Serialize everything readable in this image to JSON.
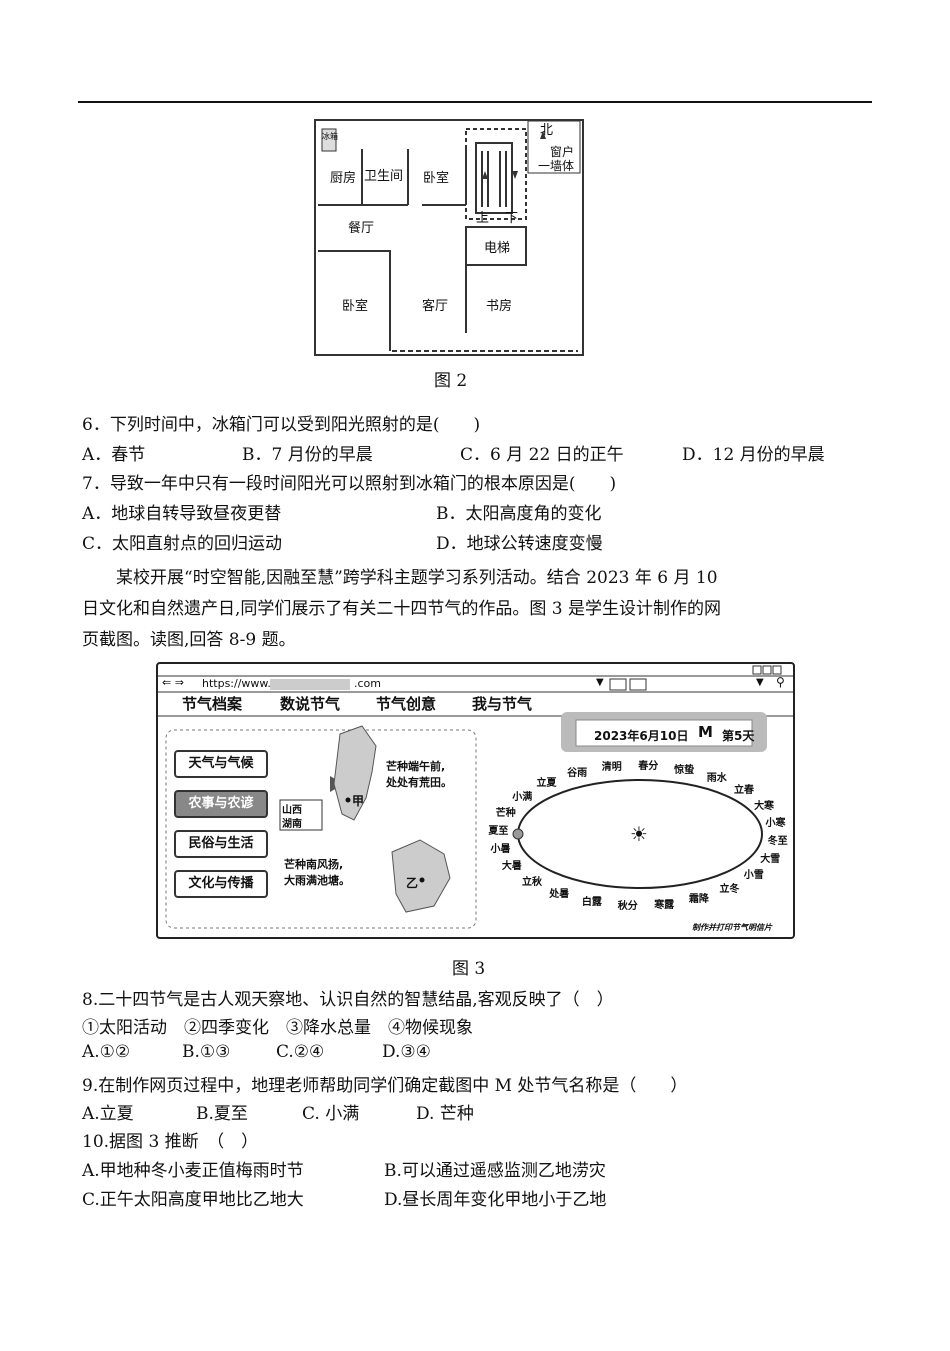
{
  "floorplan": {
    "rooms": {
      "kitchen": "厨房",
      "bathroom": "卫生间",
      "bedroom1": "卧室",
      "dining": "餐厅",
      "bedroom2": "卧室",
      "living": "客厅",
      "study": "书房",
      "elevator": "电梯",
      "fridge": "冰箱"
    },
    "stairs_up": "上",
    "stairs_down": "下",
    "legend_north": "北",
    "legend_window1": "窗户",
    "legend_window2": "一墙体",
    "caption": "图 2"
  },
  "q6": {
    "stem": "6．下列时间中，冰箱门可以受到阳光照射的是(　　)",
    "a": "A．春节",
    "b": "B．7 月份的早晨",
    "c": "C．6 月 22 日的正午",
    "d": "D．12 月份的早晨"
  },
  "q7": {
    "stem": "7．导致一年中只有一段时间阳光可以照射到冰箱门的根本原因是(　　)",
    "a": "A．地球自转导致昼夜更替",
    "b": "B．太阳高度角的变化",
    "c": "C．太阳直射点的回归运动",
    "d": "D．地球公转速度变慢"
  },
  "intro": {
    "line1": "某校开展“时空智能,因融至慧”跨学科主题学习系列活动。结合 2023 年 6 月 10",
    "line2": "日文化和自然遗产日,同学们展示了有关二十四节气的作品。图 3 是学生设计制作的网",
    "line3": "页截图。读图,回答 8-9 题。"
  },
  "browser": {
    "url": "https://www.",
    "url_tail": ".com",
    "tabs": [
      "节气档案",
      "数说节气",
      "节气创意",
      "我与节气"
    ],
    "menu": [
      "天气与气候",
      "农事与农谚",
      "民俗与生活",
      "文化与传播"
    ],
    "dropdown": [
      "山西",
      "湖南"
    ],
    "label_jia": "甲",
    "label_yi": "乙",
    "proverb1_l1": "芒种端午前,",
    "proverb1_l2": "处处有荒田。",
    "proverb2_l1": "芒种南风扬,",
    "proverb2_l2": "大雨满池塘。",
    "date": "2023年6月10日",
    "m_label": "M",
    "day": "第5天",
    "sun_icon": "☀",
    "footer": "制作并打印节气明信片",
    "terms": [
      "谷雨",
      "清明",
      "春分",
      "惊蛰",
      "雨水",
      "立春",
      "大寒",
      "小寒",
      "冬至",
      "大雪",
      "小雪",
      "立冬",
      "霜降",
      "寒露",
      "秋分",
      "白露",
      "处暑",
      "立秋",
      "大暑",
      "小暑",
      "夏至",
      "芒种",
      "小满",
      "立夏"
    ]
  },
  "fig3_caption": "图 3",
  "q8": {
    "stem": "8.二十四节气是古人观天察地、认识自然的智慧结晶,客观反映了（　）",
    "items": "①太阳活动　②四季变化　③降水总量　④物候现象",
    "a": "A.①②",
    "b": "B.①③",
    "c": "C.②④",
    "d": "D.③④"
  },
  "q9": {
    "stem": "9.在制作网页过程中，地理老师帮助同学们确定截图中 M 处节气名称是（　　）",
    "a": "A.立夏",
    "b": "B.夏至",
    "c": "C. 小满",
    "d": "D. 芒种"
  },
  "q10": {
    "stem": "10.据图 3 推断　（　）",
    "a": "A.甲地种冬小麦正值梅雨时节",
    "b": "B.可以通过遥感监测乙地涝灾",
    "c": "C.正午太阳高度甲地比乙地大",
    "d": "D.昼长周年变化甲地小于乙地"
  }
}
